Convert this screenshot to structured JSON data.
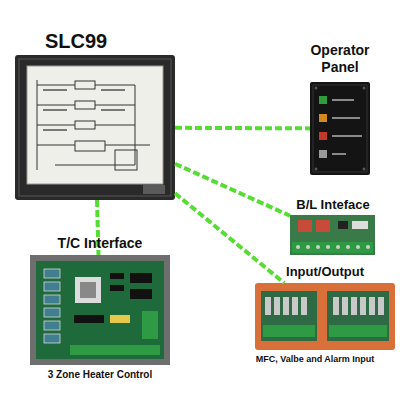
{
  "diagram": {
    "nodes": [
      {
        "text": [
          "SLC99"
        ]
      },
      {
        "text": [
          "Operator Panel"
        ]
      },
      {
        "text": [
          "B/L Inteface"
        ]
      },
      {
        "text": [
          "T/C Interface",
          "3 Zone Heater Control"
        ]
      },
      {
        "text": [
          "Input/Output",
          "MFC, Valbe and Alarm Input"
        ]
      }
    ],
    "edges": [
      {
        "from": 0,
        "to": 1,
        "arrow": "none"
      },
      {
        "from": 0,
        "to": 2,
        "arrow": "none"
      },
      {
        "from": 0,
        "to": 3,
        "arrow": "none"
      },
      {
        "from": 0,
        "to": 4,
        "arrow": "none"
      }
    ]
  }
}
